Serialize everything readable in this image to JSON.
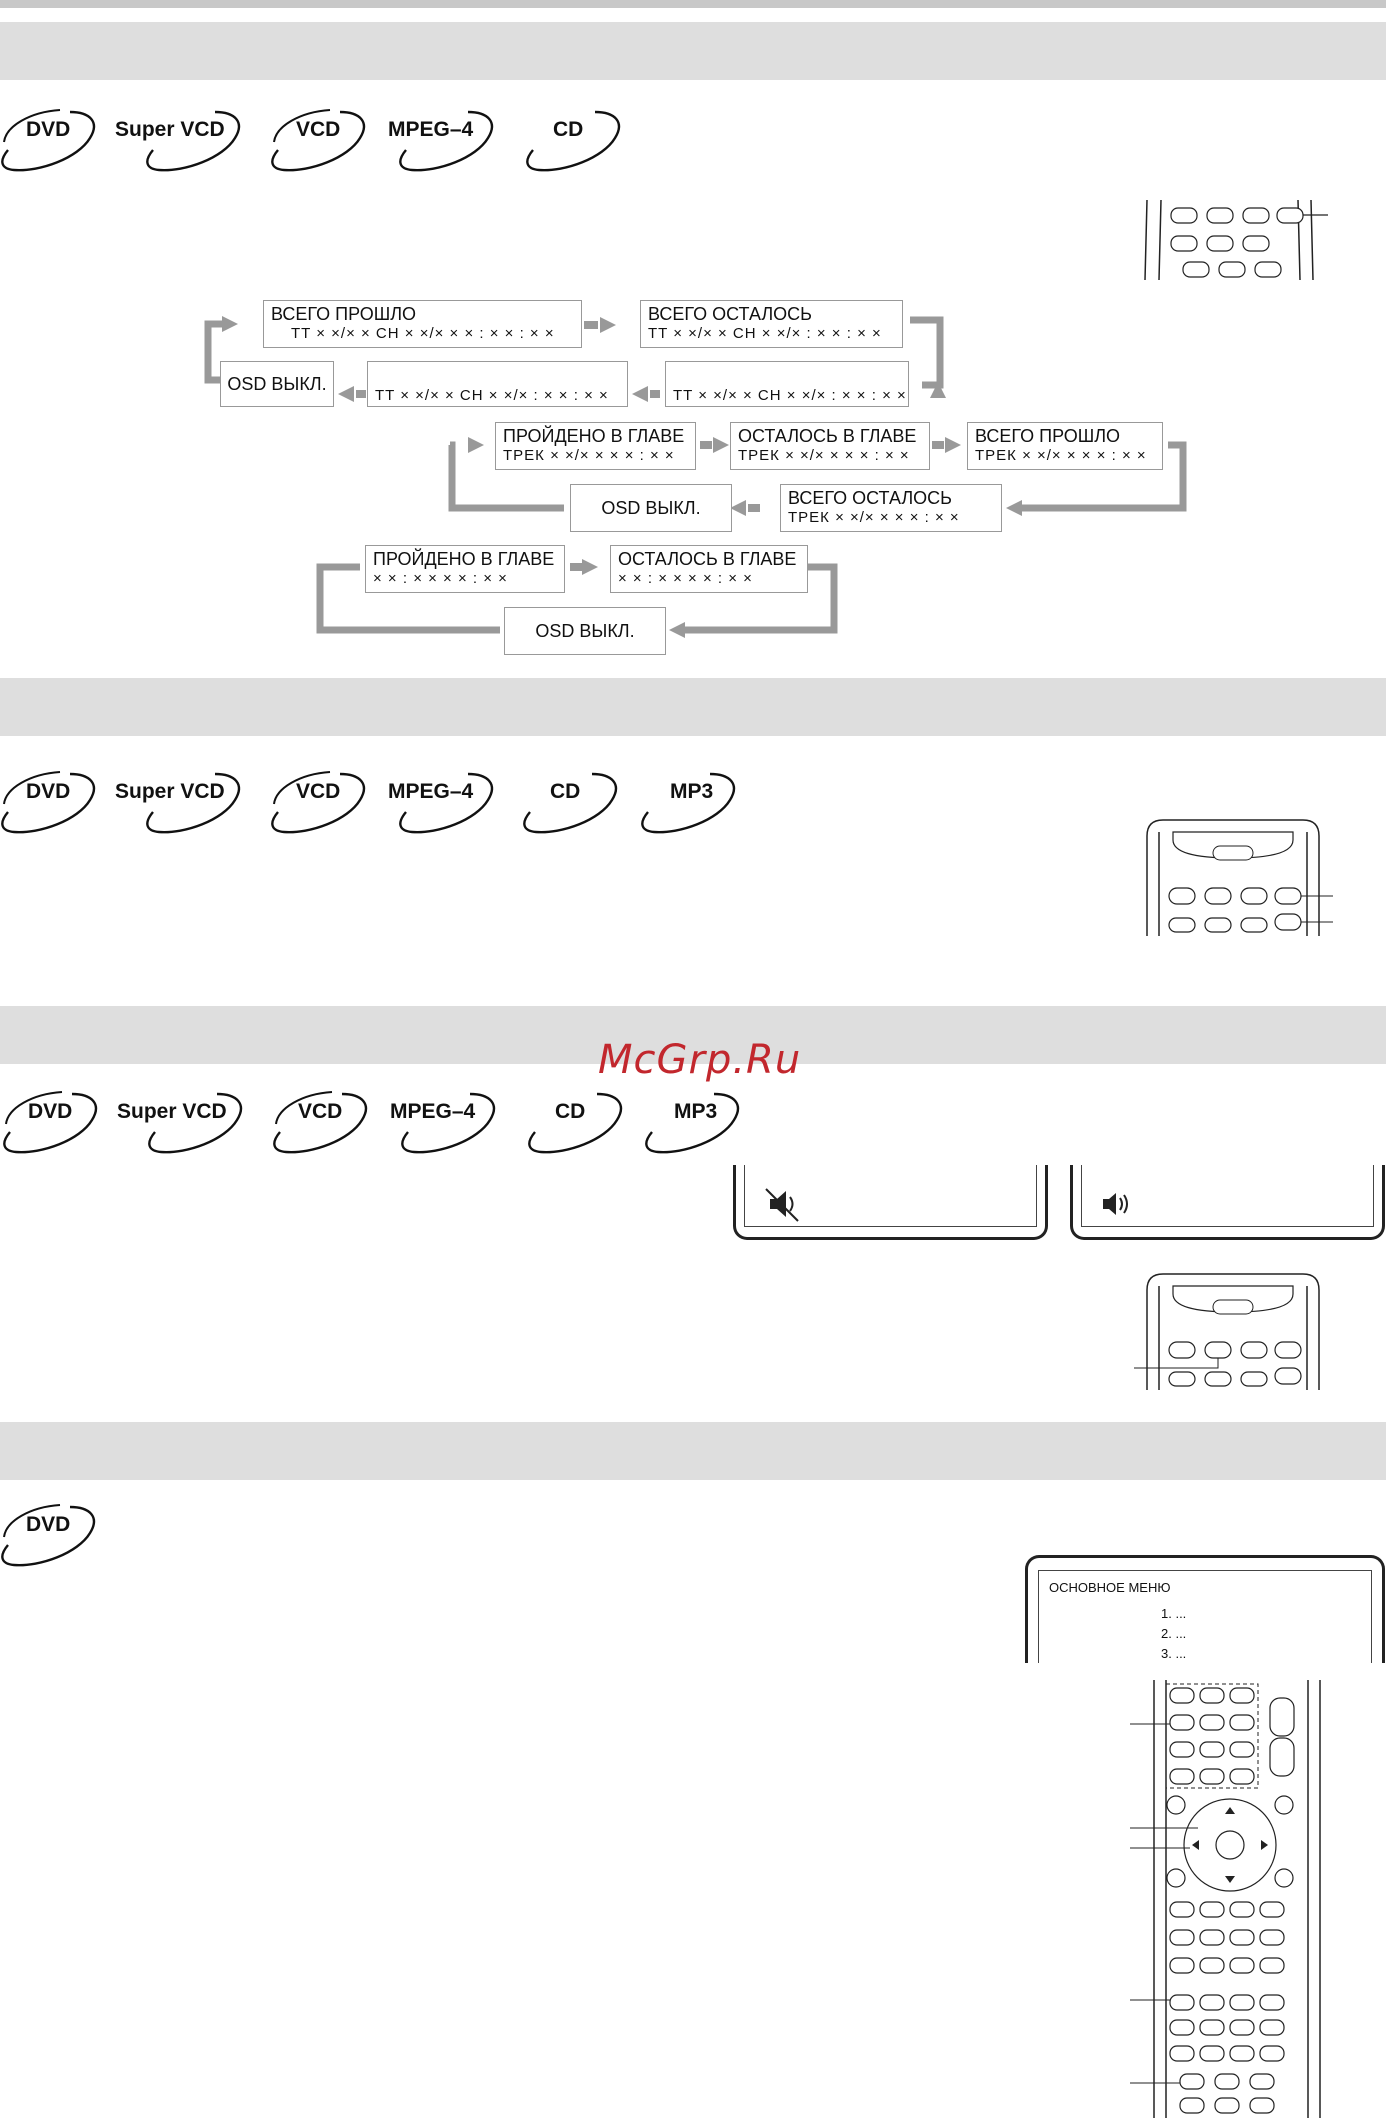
{
  "sections": [
    {
      "id": "osd",
      "badges": [
        "DVD",
        "Super VCD",
        "VCD",
        "MPEG–4",
        "CD"
      ]
    },
    {
      "id": "volume",
      "badges": [
        "DVD",
        "Super VCD",
        "VCD",
        "MPEG–4",
        "CD",
        "MP3"
      ]
    },
    {
      "id": "mute",
      "badges": [
        "DVD",
        "Super VCD",
        "VCD",
        "MPEG–4",
        "CD",
        "MP3"
      ]
    },
    {
      "id": "menu",
      "badges": [
        "DVD"
      ]
    }
  ],
  "osd_flow": {
    "dvd": {
      "elapsed": {
        "line1": "ВСЕГО ПРОШЛО",
        "line2": "TT × ×/× × CH × ×/× ×  × : × × : × ×"
      },
      "remaining": {
        "line1": "ВСЕГО ОСТАЛОСЬ",
        "line2": "TT × ×/× × CH × ×/× : × × : × ×"
      },
      "chapter_remaining": {
        "line1": "TT × ×/× × CH × ×/× : × × : × ×"
      },
      "chapter_elapsed": {
        "line1": "TT × ×/× × CH × ×/× : × × : × ×"
      },
      "off": "OSD ВЫКЛ."
    },
    "vcd": {
      "track_elapsed": {
        "line1": "ПРОЙДЕНО В ГЛАВЕ",
        "line2": "ТРЕК × ×/× ×  × × : × ×"
      },
      "track_remaining": {
        "line1": "ОСТАЛОСЬ В ГЛАВЕ",
        "line2": "ТРЕК × ×/× ×  × × : × ×"
      },
      "total_elapsed": {
        "line1": "ВСЕГО ПРОШЛО",
        "line2": "ТРЕК × ×/× ×  × × : × ×"
      },
      "total_remaining": {
        "line1": "ВСЕГО ОСТАЛОСЬ",
        "line2": "ТРЕК × ×/× ×  × × : × ×"
      },
      "off": "OSD ВЫКЛ."
    },
    "cd": {
      "track_elapsed": {
        "line1": "ПРОЙДЕНО В ГЛАВЕ",
        "line2": "× × : × ×   × × : × ×"
      },
      "track_remaining": {
        "line1": "ОСТАЛОСЬ В ГЛАВЕ",
        "line2": "× × : × ×   × × : × ×"
      },
      "off": "OSD ВЫКЛ."
    }
  },
  "menu_screen": {
    "title": "ОСНОВНОЕ МЕНЮ",
    "items": [
      "1. ...",
      "2. ...",
      "3. ..."
    ]
  },
  "watermark": "McGrp.Ru",
  "colors": {
    "section_bar": "#dedede",
    "arrow": "#999999",
    "watermark": "#c2272d"
  }
}
